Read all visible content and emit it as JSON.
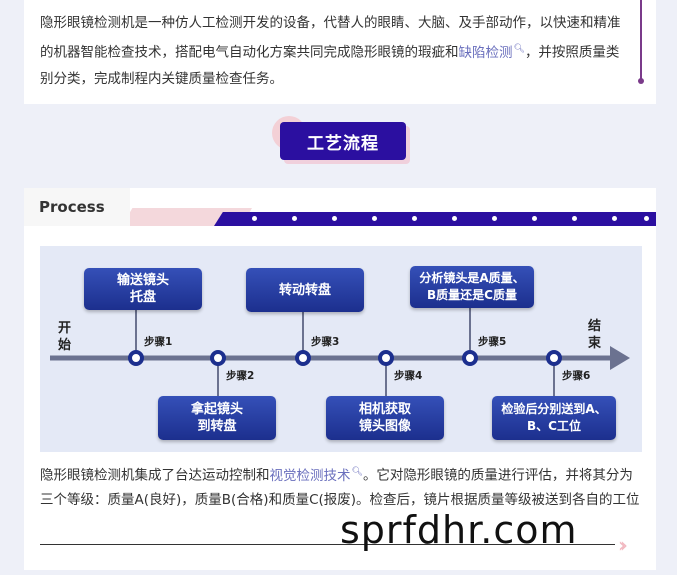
{
  "intro": {
    "text_part1": "隐形眼镜检测机是一种仿人工检测开发的设备，代替人的眼睛、大脑、及手部动作，以快速和精准的机器智能检查技术，搭配电气自动化方案共同完成隐形眼镜的瑕疵和",
    "link": "缺陷检测",
    "text_part2": "，并按照质量类别分类，完成制程内关键质量检查任务。"
  },
  "section_title": "工艺流程",
  "process_tab": "Process",
  "diagram": {
    "start_label": "开始",
    "end_label": "结束",
    "steps": [
      {
        "label": "步骤1",
        "box": "输送镜头\n托盘"
      },
      {
        "label": "步骤2",
        "box": "拿起镜头\n到转盘"
      },
      {
        "label": "步骤3",
        "box": "转动转盘"
      },
      {
        "label": "步骤4",
        "box": "相机获取\n镜头图像"
      },
      {
        "label": "步骤5",
        "box": "分析镜头是A质量、\nB质量还是C质量"
      },
      {
        "label": "步骤6",
        "box": "检验后分别送到A、\nB、C工位"
      }
    ]
  },
  "description": {
    "part1": "隐形眼镜检测机集成了台达运动控制和",
    "link": "视觉检测技术",
    "part2": "。它对隐形眼镜的质量进行评估，并将其分为三个等级：质量A(良好)，质量B(合格)和质量C(报废)。检查后，镜片根据质量等级被送到各自的工位"
  },
  "watermark": "sprfdhr.com",
  "colors": {
    "accent": "#2b0fa0",
    "link": "#6a6fbd",
    "box": "#1c2f8e"
  }
}
